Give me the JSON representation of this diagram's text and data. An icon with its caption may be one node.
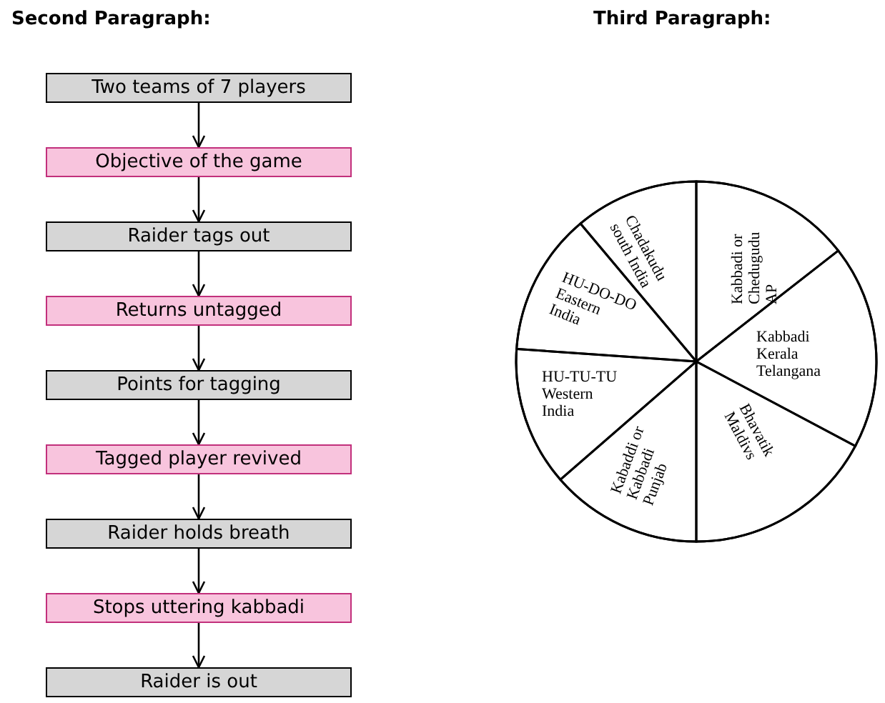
{
  "diagram": {
    "nodes": [
      {
        "text": [
          "Two teams of 7 players"
        ]
      },
      {
        "text": [
          "Objective of the game"
        ]
      },
      {
        "text": [
          "Raider tags out"
        ]
      },
      {
        "text": [
          "Returns untagged"
        ]
      },
      {
        "text": [
          "Points for tagging"
        ]
      },
      {
        "text": [
          "Tagged player revived"
        ]
      },
      {
        "text": [
          "Raider holds breath"
        ]
      },
      {
        "text": [
          "Stops uttering kabbadi"
        ]
      },
      {
        "text": [
          "Raider is out"
        ]
      },
      {
        "text": [],
        "shape": "circle"
      },
      {
        "text": [
          "Chadakudu south India"
        ],
        "in": 9
      },
      {
        "text": [
          "Kabbadi or Chedugudu AP"
        ],
        "in": 9
      },
      {
        "text": [
          "Kabbadi Kerala Telangana"
        ],
        "in": 9
      },
      {
        "text": [
          "Bhavatik Maldivs"
        ],
        "in": 9
      },
      {
        "text": [
          "Kabaddi or Kabbadi Punjab"
        ],
        "in": 9
      },
      {
        "text": [
          "HU-TU-TU Western India"
        ],
        "in": 9
      },
      {
        "text": [
          "HU-DO-DO Eastern India"
        ],
        "in": 9
      }
    ],
    "edges": [
      {
        "from": 0,
        "to": 1,
        "arrow": "to"
      },
      {
        "from": 1,
        "to": 2,
        "arrow": "to"
      },
      {
        "from": 2,
        "to": 3,
        "arrow": "to"
      },
      {
        "from": 3,
        "to": 4,
        "arrow": "to"
      },
      {
        "from": 4,
        "to": 5,
        "arrow": "to"
      },
      {
        "from": 5,
        "to": 6,
        "arrow": "to"
      },
      {
        "from": 6,
        "to": 7,
        "arrow": "to"
      },
      {
        "from": 7,
        "to": 8,
        "arrow": "to"
      }
    ],
    "labels": [
      "Second Paragraph:",
      "Third Paragraph:"
    ]
  }
}
